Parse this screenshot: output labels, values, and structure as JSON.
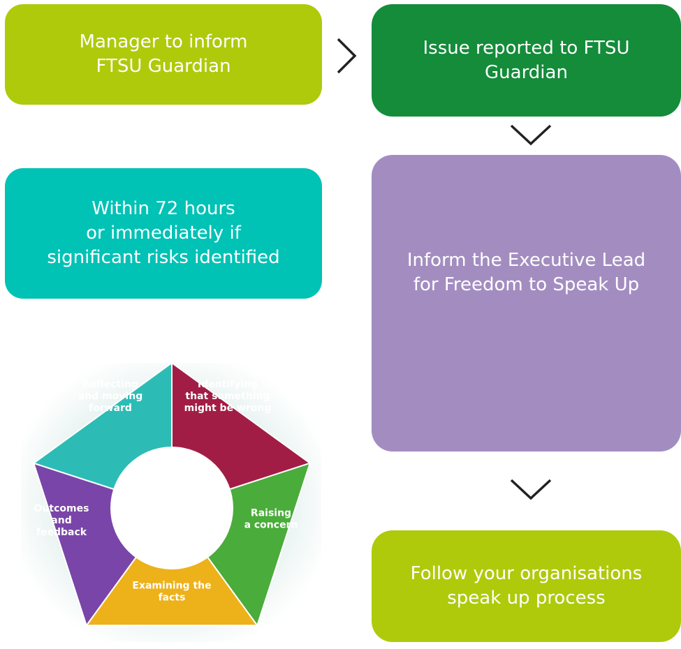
{
  "flow": {
    "manager_box": "Manager to inform\nFTSU Guardian",
    "issue_box": "Issue reported to FTSU\nGuardian",
    "timing_box": "Within 72 hours\nor immediately if\nsignificant risks identified",
    "executive_box": "Inform the Executive Lead\nfor Freedom to Speak Up",
    "process_box": "Follow your organisations\nspeak up process"
  },
  "cycle": {
    "segments": [
      {
        "lines": [
          "Identifying",
          "that something",
          "might be wrong"
        ],
        "color": "#a21d45"
      },
      {
        "lines": [
          "Raising",
          "a concern"
        ],
        "color": "#4aac3a"
      },
      {
        "lines": [
          "Examining the",
          "facts"
        ],
        "color": "#edb11a"
      },
      {
        "lines": [
          "Outcomes",
          "and",
          "feedback"
        ],
        "color": "#7a45a8"
      },
      {
        "lines": [
          "Reflecting",
          "and moving",
          "forward"
        ],
        "color": "#2cbcb5"
      }
    ]
  },
  "colors": {
    "lime": "#afca0b",
    "dark_green": "#148c3a",
    "teal": "#00c2b5",
    "purple": "#a38dc0"
  }
}
